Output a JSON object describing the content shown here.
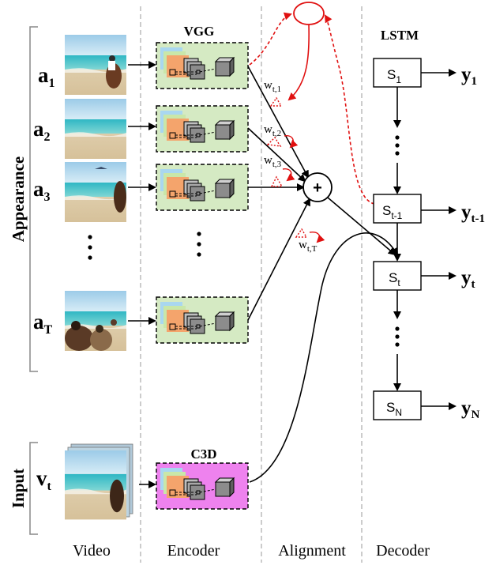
{
  "header": {
    "encoder_top_label": "VGG",
    "encoder_bottom_label": "C3D",
    "decoder_label": "LSTM"
  },
  "side_labels": {
    "upper": "Appearance",
    "lower": "Input"
  },
  "columns": {
    "video": "Video",
    "encoder": "Encoder",
    "alignment": "Alignment",
    "decoder": "Decoder"
  },
  "frames": [
    {
      "base": "a",
      "sub": "1"
    },
    {
      "base": "a",
      "sub": "2"
    },
    {
      "base": "a",
      "sub": "3"
    },
    {
      "base": "a",
      "sub": "T"
    }
  ],
  "motion_input": {
    "base": "v",
    "sub": "t"
  },
  "weights": [
    {
      "base": "w",
      "sub": "t,1"
    },
    {
      "base": "w",
      "sub": "t,2"
    },
    {
      "base": "w",
      "sub": "t,3"
    },
    {
      "base": "w",
      "sub": "t,T"
    }
  ],
  "sum_symbol": "+",
  "states": [
    {
      "base": "S",
      "sub": "1"
    },
    {
      "base": "S",
      "sub": "t-1"
    },
    {
      "base": "S",
      "sub": "t"
    },
    {
      "base": "S",
      "sub": "N"
    }
  ],
  "outputs": [
    {
      "base": "y",
      "sub": "1"
    },
    {
      "base": "y",
      "sub": "t-1"
    },
    {
      "base": "y",
      "sub": "t"
    },
    {
      "base": "y",
      "sub": "N"
    }
  ],
  "colors": {
    "vgg_fill": "#d5eac3",
    "c3d_fill": "#ee82ee",
    "feature_orange": "#f4a46c",
    "attention_red": "#e01010",
    "divider_gray": "#bbbbbb"
  }
}
